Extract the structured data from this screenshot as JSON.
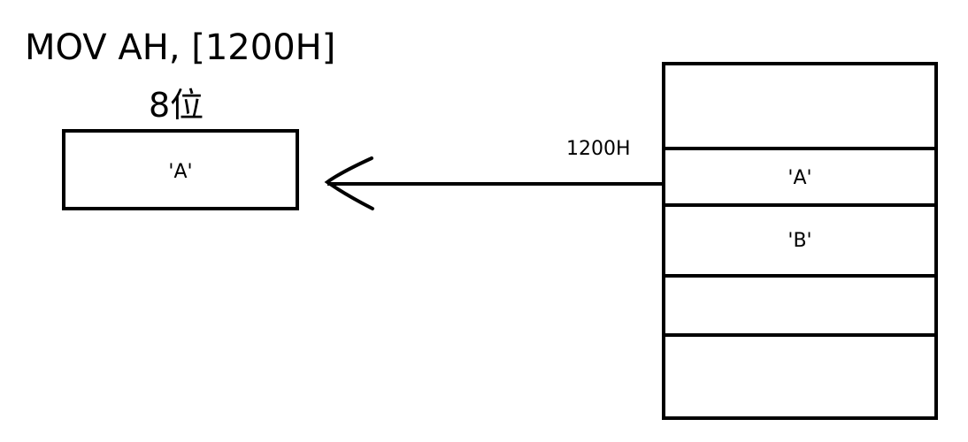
{
  "instruction": "MOV AH, [1200H]",
  "register": {
    "width_label": "8位",
    "value": "'A'"
  },
  "memory": {
    "address_label": "1200H",
    "cells": [
      "",
      "'A'",
      "'B'",
      "",
      ""
    ]
  },
  "arrow": {
    "direction": "left",
    "from": "memory",
    "to": "register"
  }
}
